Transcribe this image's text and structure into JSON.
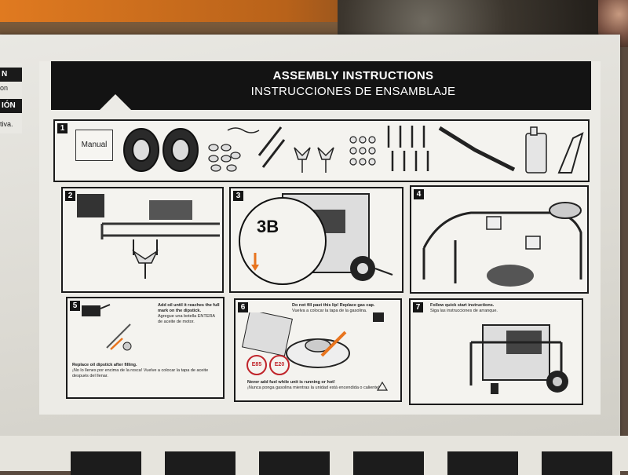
{
  "box_header": {
    "title_en": "ASSEMBLY INSTRUCTIONS",
    "title_es": "INSTRUCCIONES DE ENSAMBLAJE"
  },
  "left_edge": {
    "strip1": "N",
    "text1": "on",
    "strip2": "IÓN",
    "text2": "tiva."
  },
  "steps": [
    {
      "number": "1",
      "manual_label": "Manual"
    },
    {
      "number": "2"
    },
    {
      "number": "3",
      "callout": "3B"
    },
    {
      "number": "4"
    },
    {
      "number": "5",
      "text_top": "Add oil until it reaches the full mark on the dipstick.",
      "text_top_es": "Agregue una botella ENTERA de aceite de motor.",
      "text_bottom": "Replace oil dipstick after filling.",
      "text_bottom_es": "¡No lo llenes por encima de la rosca! Vuelve a colocar la tapa de aceite después del llenar."
    },
    {
      "number": "6",
      "text_top": "Do not fill past this lip! Replace gas cap.",
      "text_top_es": "Vuelva a colocar la tapa de la gasolina.",
      "badge_1": "E85",
      "badge_2": "E20",
      "text_bottom": "Never add fuel while unit is running or hot!",
      "text_bottom_es": "¡Nunca ponga gasolina mientras la unidad está encendida o caliente!"
    },
    {
      "number": "7",
      "text_top": "Follow quick start instructions.",
      "text_top_es": "Siga las instrucciones de arranque."
    }
  ],
  "colors": {
    "header_bg": "#131313",
    "warning_red": "#c0242a",
    "arrow_orange": "#e8741e",
    "carton": "#e9e8e3"
  }
}
